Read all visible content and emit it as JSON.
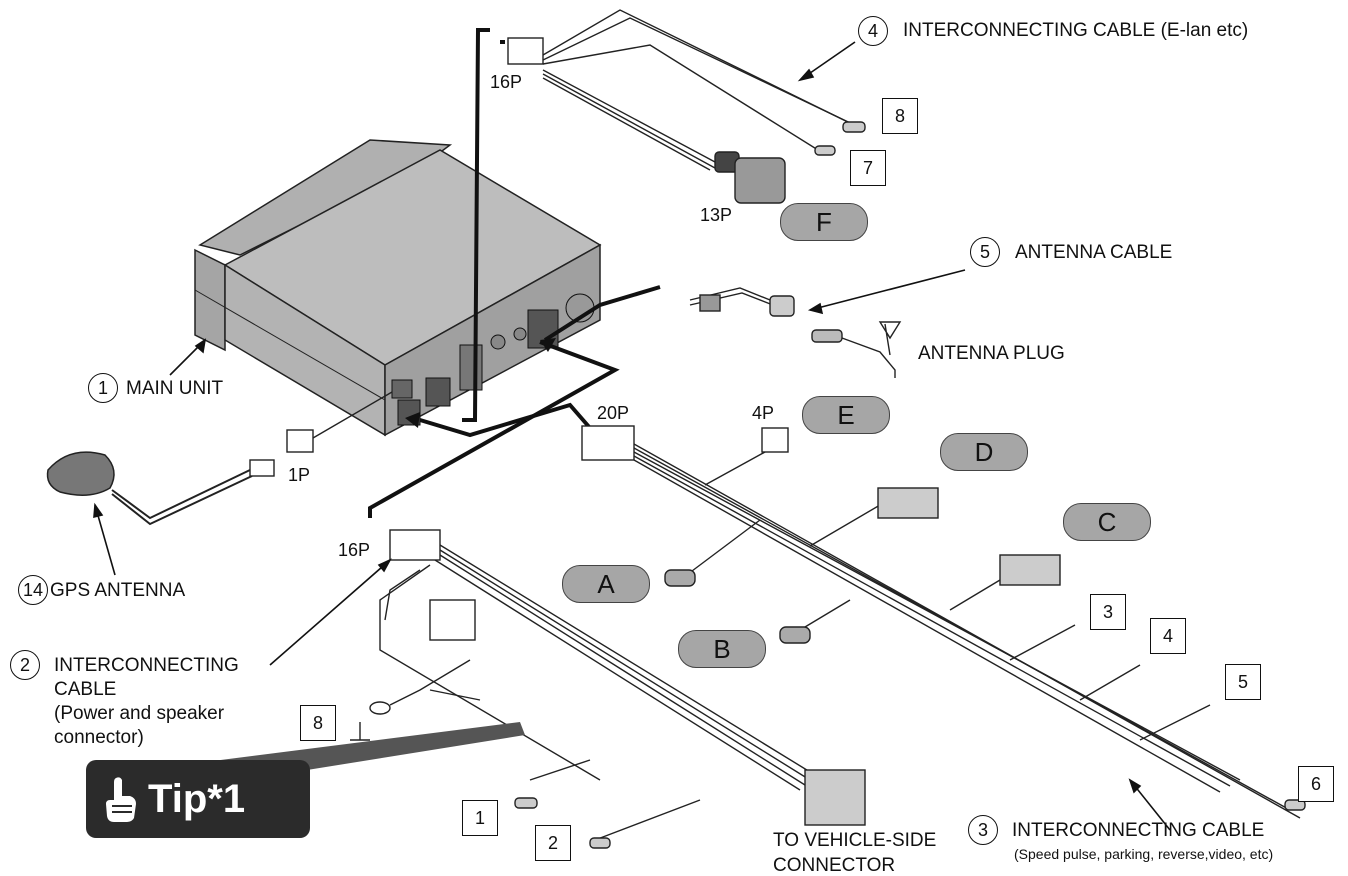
{
  "callouts": [
    {
      "num": "1",
      "label": "MAIN UNIT"
    },
    {
      "num": "2",
      "label_lines": [
        "INTERCONNECTING",
        "CABLE",
        "(Power and speaker",
        "connector)"
      ]
    },
    {
      "num": "3",
      "label": "INTERCONNECTING CABLE",
      "sublabel": "(Speed pulse, parking, reverse,video, etc)"
    },
    {
      "num": "4",
      "label": "INTERCONNECTING CABLE",
      "sublabel": "(E-lan etc)"
    },
    {
      "num": "5",
      "label": "ANTENNA CABLE"
    },
    {
      "num": "14",
      "label": "GPS ANTENNA"
    }
  ],
  "antenna_plug_label": "ANTENNA PLUG",
  "vehicle_connector_label": [
    "TO VEHICLE-SIDE",
    "CONNECTOR"
  ],
  "connector_pins": [
    "16P",
    "13P",
    "20P",
    "4P",
    "1P",
    "16P"
  ],
  "letter_tags": [
    "F",
    "E",
    "D",
    "C",
    "A",
    "B"
  ],
  "number_boxes": [
    "8",
    "7",
    "3",
    "4",
    "5",
    "6",
    "8",
    "1",
    "2"
  ],
  "tip": {
    "text": "Tip*1",
    "icon": "pointing-hand-icon"
  }
}
